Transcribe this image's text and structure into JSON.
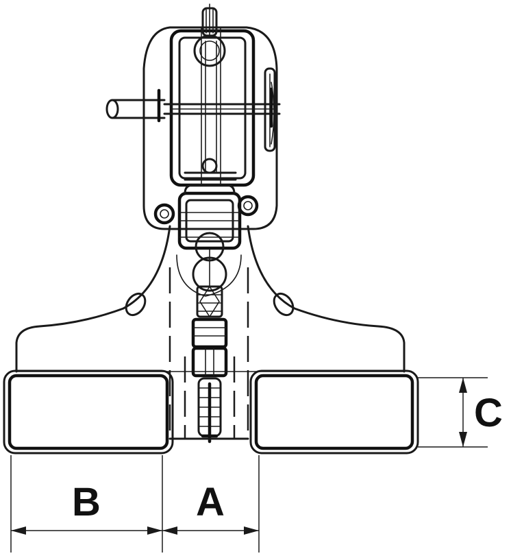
{
  "dimensions": {
    "a_label": "A",
    "b_label": "B",
    "c_label": "C"
  },
  "colors": {
    "line": "#1a1a1a",
    "background": "#ffffff"
  }
}
